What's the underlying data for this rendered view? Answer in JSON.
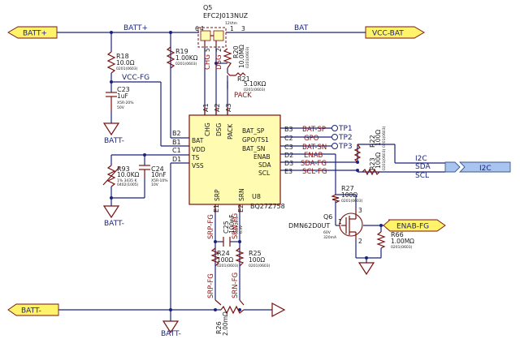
{
  "ports": {
    "batt_plus": "BATT+",
    "vcc_bat": "VCC-BAT",
    "batt_minus": "BATT-",
    "enab_fg": "ENAB-FG",
    "i2c": "I2C"
  },
  "nets": {
    "batt_plus": "BATT+",
    "bat": "BAT",
    "vcc_fg": "VCC-FG",
    "pack": "PACK",
    "chg": "CHG",
    "dsg": "DSG",
    "bat_sp": "BAT-SP",
    "gpo": "GPO",
    "bat_sn": "BAT-SN",
    "enab": "ENAB",
    "sda_fg": "SDA-FG",
    "scl_fg": "SCL-FG",
    "srp_fg_top": "SRP-FG",
    "srn_fg_top": "SRN-FG",
    "srp_fg_bot": "SRP-FG",
    "srn_fg_bot": "SRN-FG",
    "sda": "SDA",
    "scl": "SCL",
    "i2c_bus": "I2C"
  },
  "grounds": {
    "g1": "BATT-",
    "g2": "BATT-",
    "g3": "BATT-"
  },
  "components": {
    "q5": {
      "ref": "Q5",
      "value": "EFC2J013NUZ",
      "extra": "12Vtm",
      "pin6": "6",
      "pin4": "4",
      "pin1": "1",
      "pin3": "3",
      "g1": "CHG",
      "g2": "DSG",
      "g1pin": "5",
      "g2pin": "2"
    },
    "r18": {
      "ref": "R18",
      "value": "10.0Ω",
      "pkg": "0201(0603)"
    },
    "r19": {
      "ref": "R19",
      "value": "1.00KΩ",
      "pkg": "0201(0603)"
    },
    "r20": {
      "ref": "R20",
      "value": "10.0MΩ",
      "pkg": "0201(0603)"
    },
    "r21": {
      "ref": "R21",
      "value": "5.10KΩ",
      "pkg": "0201(0603)"
    },
    "c23": {
      "ref": "C23",
      "value": "1uF",
      "pkg": "X5R-20%",
      "volt": "50V"
    },
    "r93": {
      "ref": "R93",
      "value": "10.0KΩ",
      "pkg": "1% 3435 K",
      "pkg2": "0402(1005)"
    },
    "c24": {
      "ref": "C24",
      "value": "10nF",
      "pkg": "X5R-10%",
      "volt": "10V"
    },
    "r22": {
      "ref": "R22",
      "value": "100Ω",
      "pkg": "0201(0603)"
    },
    "r23": {
      "ref": "R23",
      "value": "100Ω",
      "pkg": "0201(0603)"
    },
    "r27": {
      "ref": "R27",
      "value": "100Ω",
      "pkg": "0201(0603)"
    },
    "q6": {
      "ref": "Q6",
      "value": "DMN62D0UT",
      "pkg": "60V",
      "pkg2": "320mA"
    },
    "r66": {
      "ref": "R66",
      "value": "1.00MΩ",
      "pkg": "0201(0603)"
    },
    "c25": {
      "ref": "C25",
      "value": "100nF",
      "pkg": "X5R-20%",
      "volt": "6.3V"
    },
    "r24": {
      "ref": "R24",
      "value": "100Ω",
      "pkg": "0201(0603)"
    },
    "r25": {
      "ref": "R25",
      "value": "100Ω",
      "pkg": "0201(0603)"
    },
    "r26": {
      "ref": "R26",
      "value": "2.00mΩ"
    },
    "u8": {
      "ref": "U8",
      "value": "BQ27Z758"
    }
  },
  "testpoints": {
    "tp1": "TP1",
    "tp2": "TP2",
    "tp3": "TP3"
  },
  "ic": {
    "pins": {
      "a1": "A1",
      "a2": "A2",
      "a3": "A3",
      "b1": "B1",
      "b2": "B2",
      "b3": "B3",
      "c1": "C1",
      "c2": "C2",
      "c3": "C3",
      "d1": "D1",
      "d2": "D2",
      "d3": "D3",
      "e1": "E1",
      "e2": "E2",
      "e3": "E3"
    },
    "names": {
      "bat": "BAT",
      "vdd": "VDD",
      "ts": "TS",
      "vss": "VSS",
      "chg": "CHG",
      "dsg": "DSG",
      "pack": "PACK",
      "bat_sp": "BAT_SP",
      "gpo_ts1": "GPO/TS1",
      "bat_sn": "BAT_SN",
      "enab": "ENAB",
      "sda": "SDA",
      "scl": "SCL",
      "srp": "SRP",
      "srn": "SRN"
    }
  }
}
